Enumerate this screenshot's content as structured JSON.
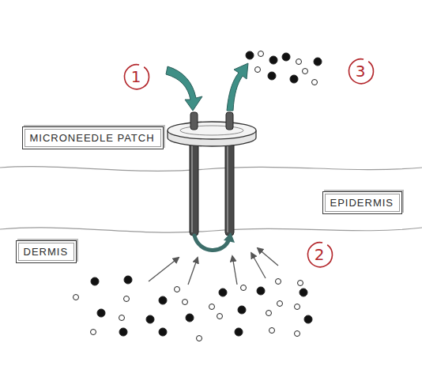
{
  "diagram": {
    "nodes": [
      {
        "text": [
          "1"
        ]
      },
      {
        "text": [
          "3"
        ]
      },
      {
        "text": [
          "MICRONEEDLE PATCH"
        ]
      },
      {
        "text": [
          "EPIDERMIS"
        ]
      },
      {
        "text": [
          "DERMIS"
        ]
      },
      {
        "text": [
          "2"
        ]
      }
    ],
    "edges": []
  }
}
